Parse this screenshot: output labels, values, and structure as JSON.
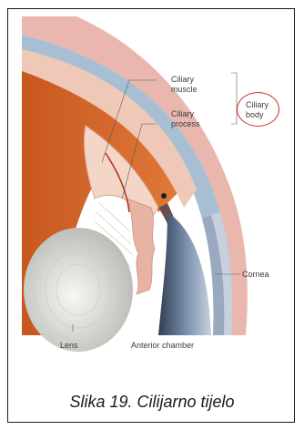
{
  "figure": {
    "labels": {
      "ciliary_muscle": [
        "Ciliary",
        "muscle"
      ],
      "ciliary_process": [
        "Ciliary",
        "process"
      ],
      "ciliary_body": [
        "Ciliary",
        "body"
      ],
      "cornea": "Cornea",
      "lens": "Lens",
      "anterior_chamber": "Anterior chamber"
    },
    "highlight_color": "#d22d2d",
    "caption": "Slika 19. Cilijarno tijelo"
  }
}
